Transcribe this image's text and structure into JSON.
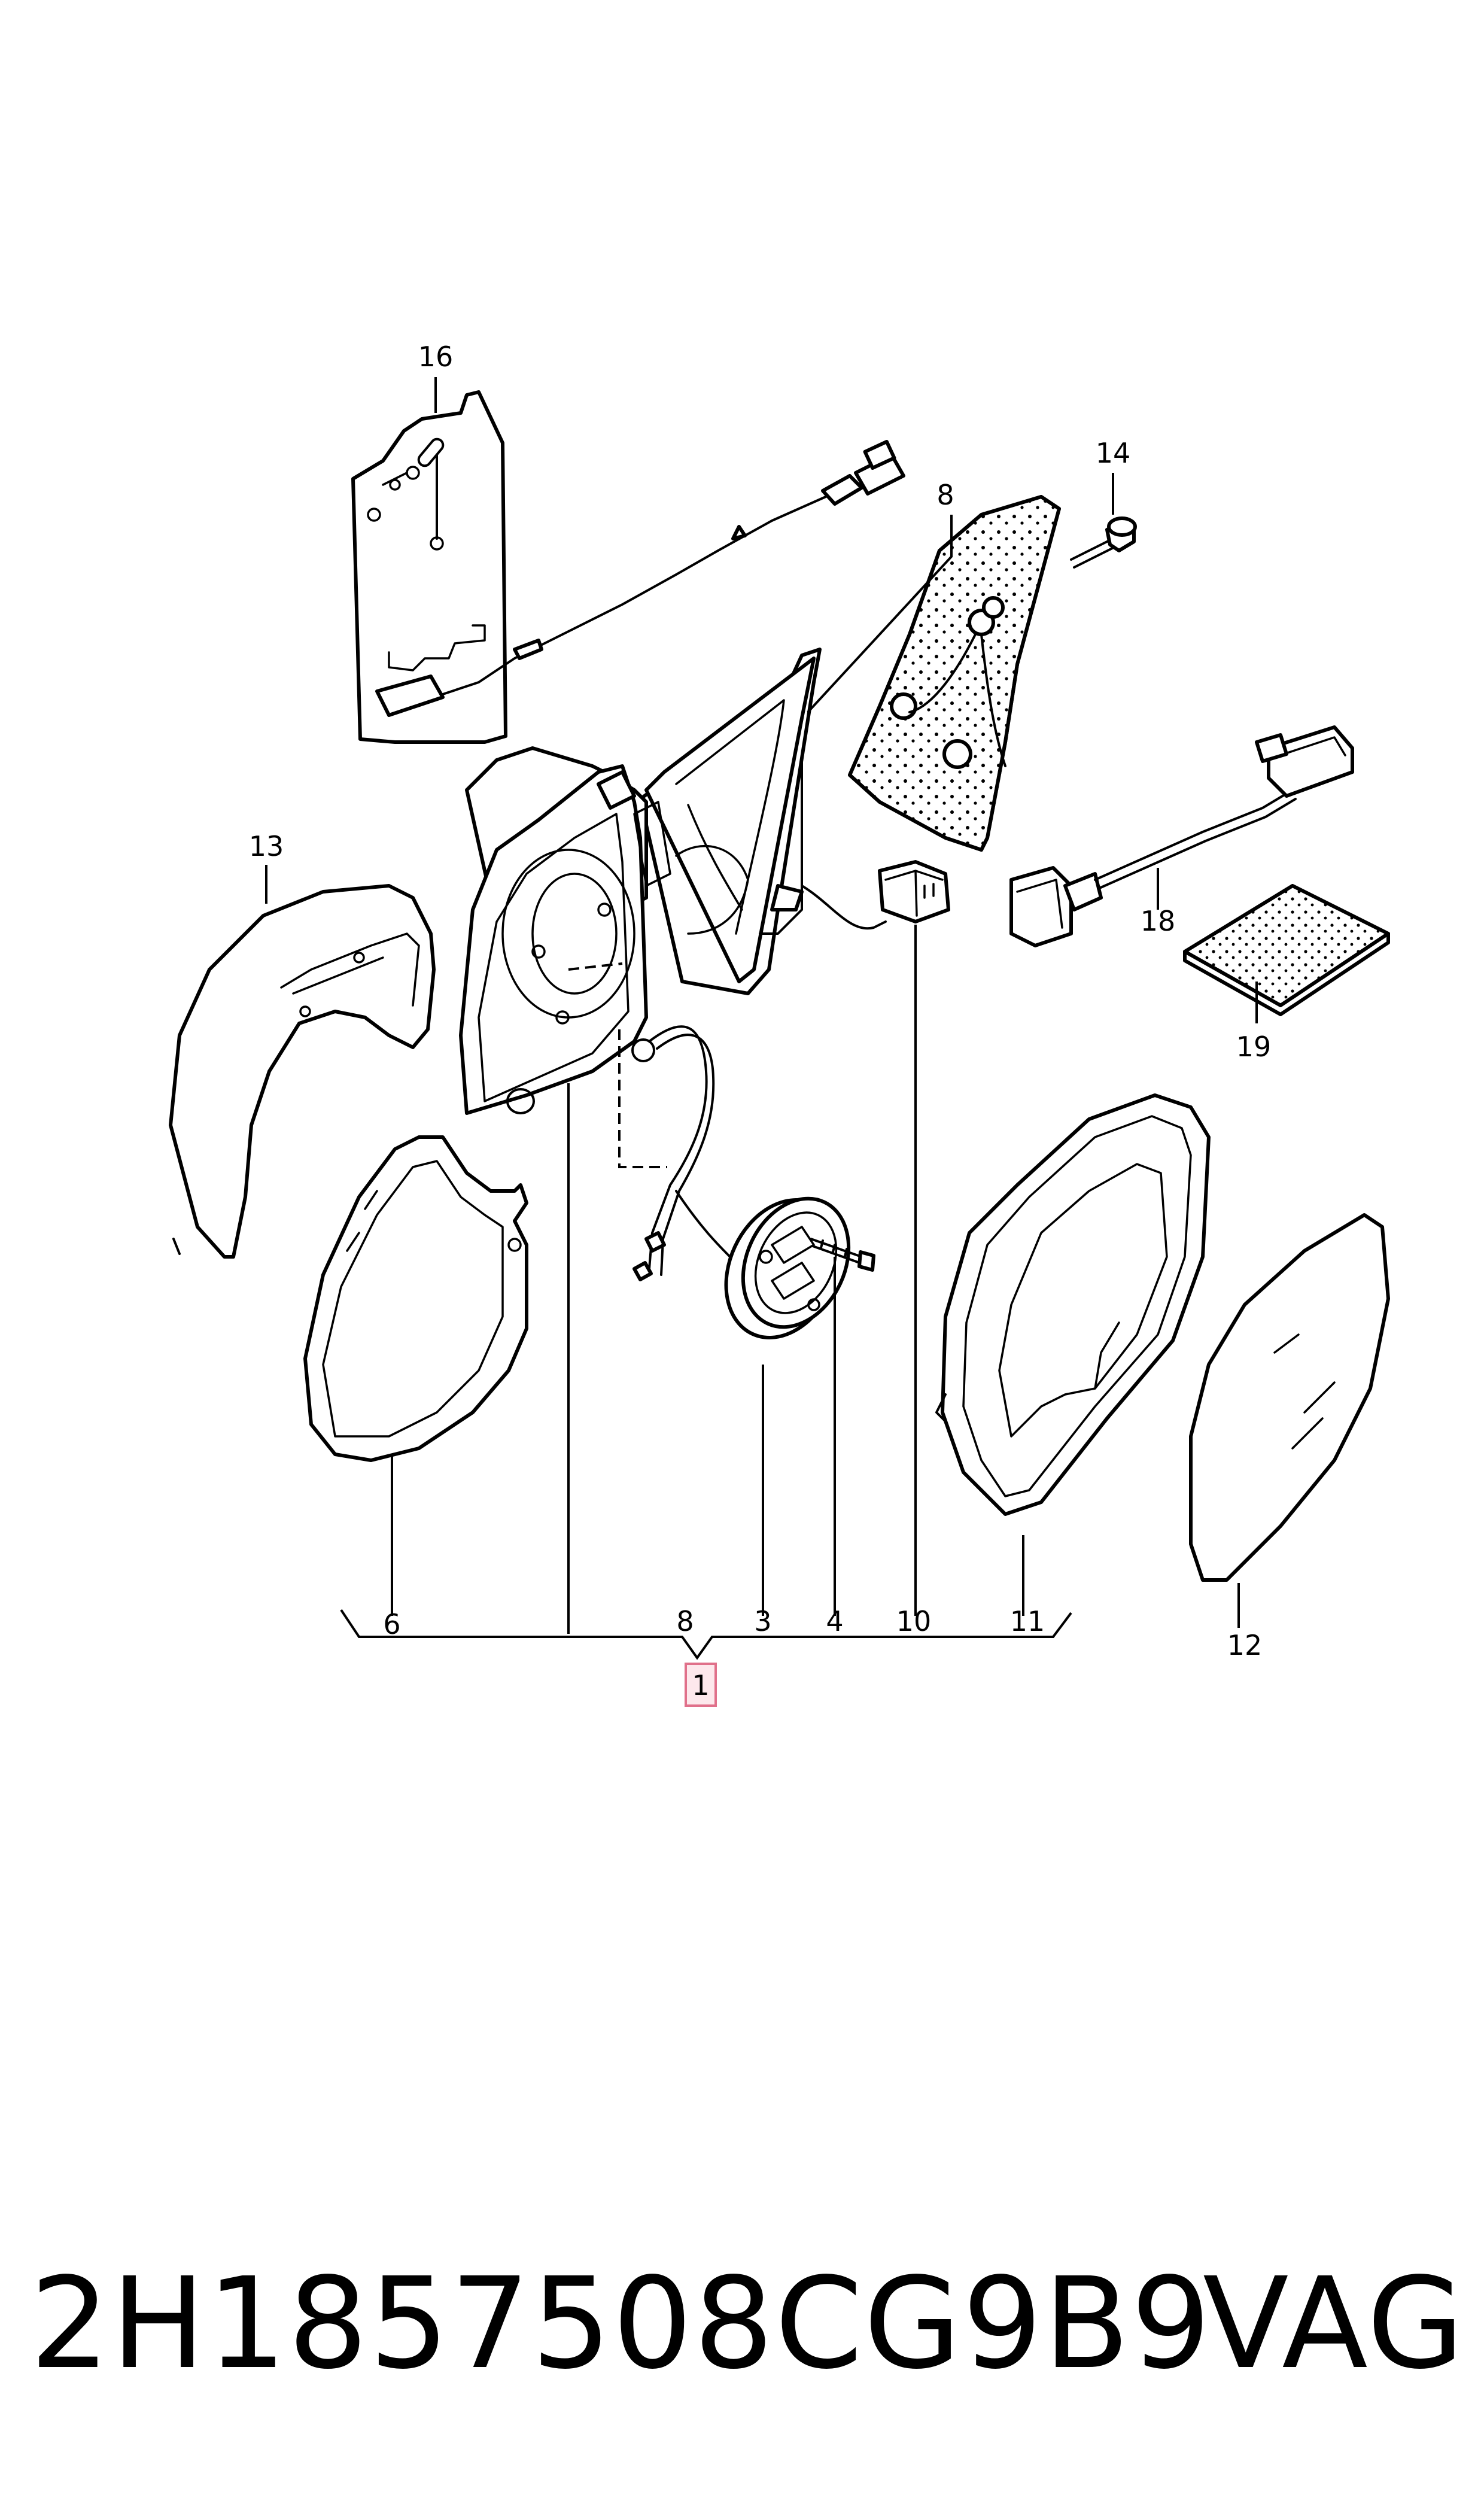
{
  "callouts": {
    "c16": "16",
    "c8_top": "8",
    "c14": "14",
    "c13": "13",
    "c18": "18",
    "c19": "19",
    "c6": "6",
    "c8_bottom": "8",
    "c3": "3",
    "c4": "4",
    "c10": "10",
    "c11": "11",
    "c12": "12",
    "c1": "1"
  },
  "footer": {
    "part_number": "2H1857508CG9B9",
    "brand": "VAG"
  }
}
